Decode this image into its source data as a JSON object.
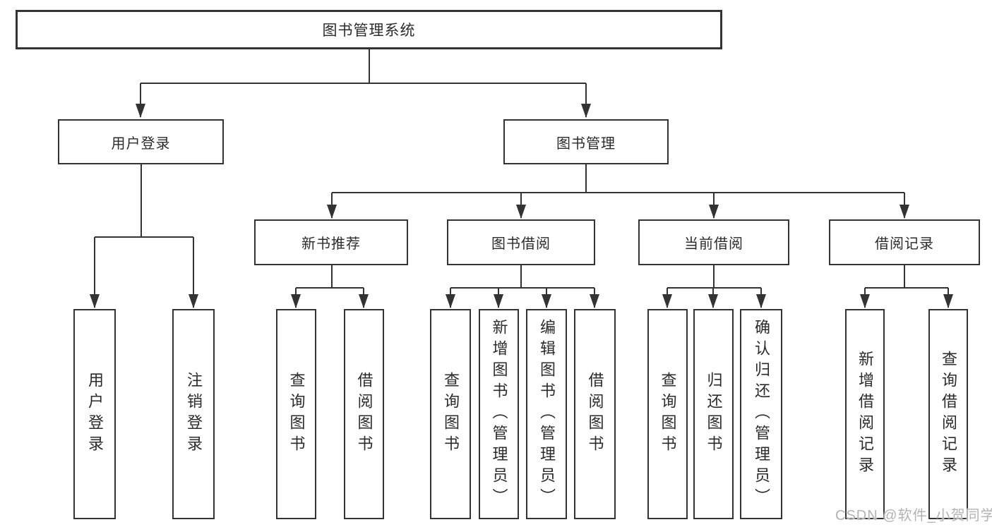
{
  "tree": {
    "label": "图书管理系统",
    "children": [
      {
        "label": "用户登录",
        "children": [
          {
            "label": "用户登录"
          },
          {
            "label": "注销登录"
          }
        ]
      },
      {
        "label": "图书管理",
        "children": [
          {
            "label": "新书推荐",
            "children": [
              {
                "label": "查询图书"
              },
              {
                "label": "借阅图书"
              }
            ]
          },
          {
            "label": "图书借阅",
            "children": [
              {
                "label": "查询图书"
              },
              {
                "label": "新增图书（管理员）"
              },
              {
                "label": "编辑图书（管理员）"
              },
              {
                "label": "借阅图书"
              }
            ]
          },
          {
            "label": "当前借阅",
            "children": [
              {
                "label": "查询图书"
              },
              {
                "label": "归还图书"
              },
              {
                "label": "确认归还（管理员）"
              }
            ]
          },
          {
            "label": "借阅记录",
            "children": [
              {
                "label": "新增借阅记录"
              },
              {
                "label": "查询借阅记录"
              }
            ]
          }
        ]
      }
    ]
  },
  "watermark": {
    "text": "CSDN @软件_小贺同学"
  },
  "colors": {
    "line": "#333333",
    "box_border": "#333333",
    "text": "#2b2b2b",
    "watermark": "#b3b3b3",
    "background": "#ffffff"
  }
}
